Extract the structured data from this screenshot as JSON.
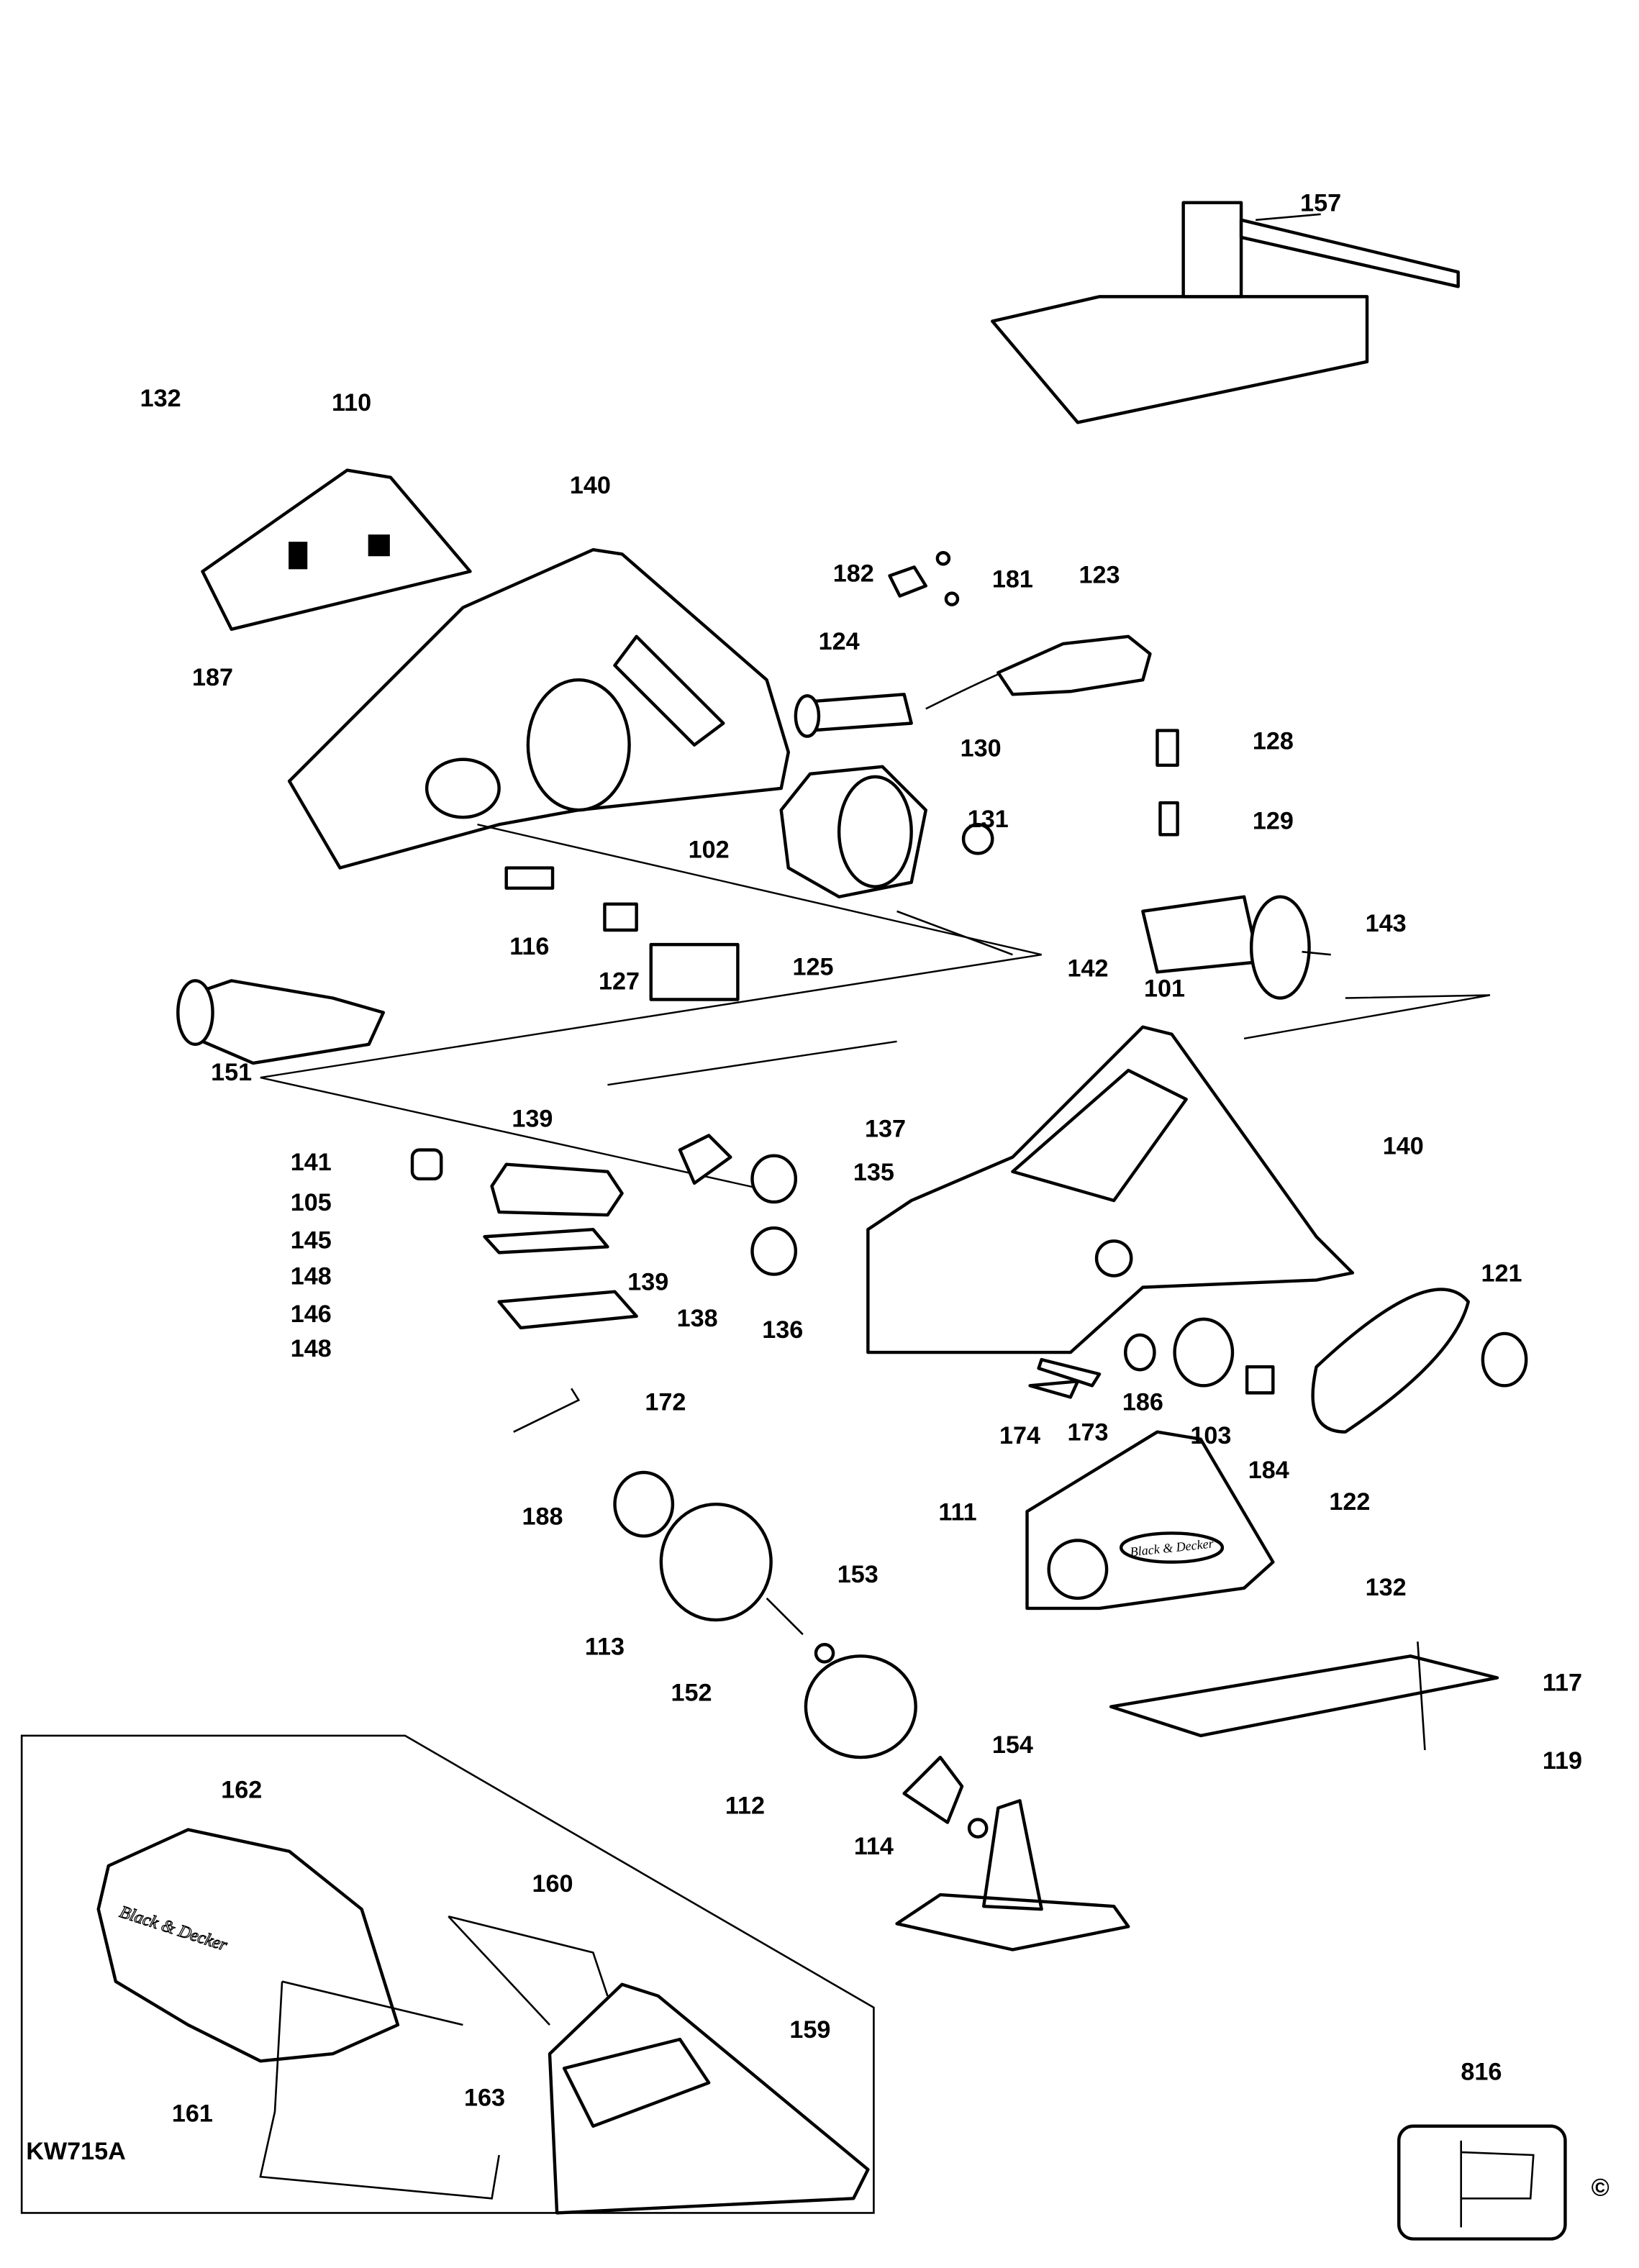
{
  "diagram": {
    "model_code": "KW715A",
    "copyright_symbol": "©",
    "brand_marking": "Black & Decker",
    "part_labels": [
      "157",
      "132",
      "110",
      "140",
      "182",
      "181",
      "123",
      "124",
      "187",
      "130",
      "128",
      "102",
      "131",
      "129",
      "116",
      "127",
      "125",
      "142",
      "143",
      "101",
      "151",
      "139",
      "137",
      "141",
      "135",
      "140",
      "105",
      "145",
      "148",
      "139",
      "138",
      "136",
      "121",
      "146",
      "148",
      "172",
      "174",
      "173",
      "186",
      "103",
      "184",
      "122",
      "188",
      "111",
      "153",
      "132",
      "113",
      "152",
      "117",
      "162",
      "112",
      "154",
      "119",
      "114",
      "160",
      "159",
      "816",
      "161",
      "163"
    ]
  }
}
